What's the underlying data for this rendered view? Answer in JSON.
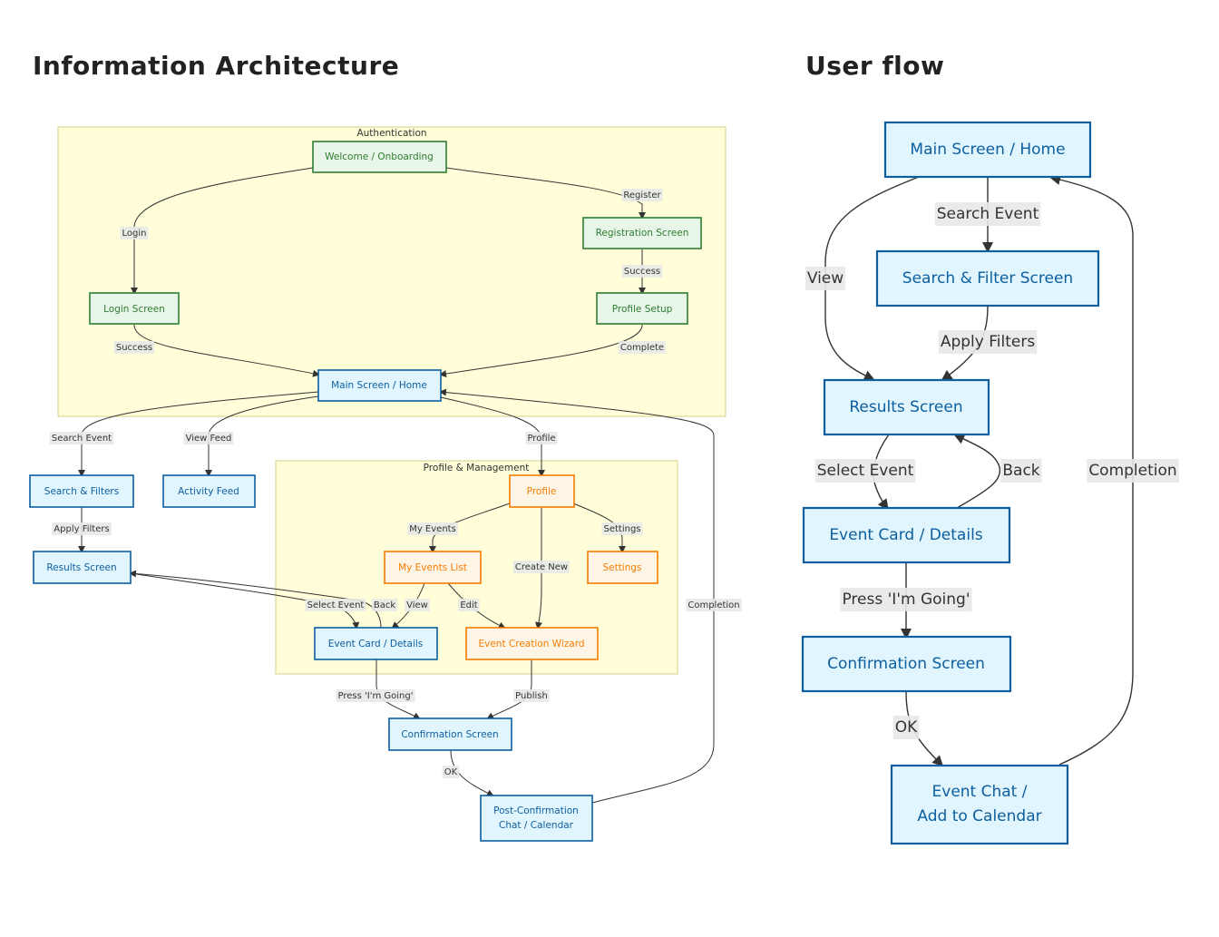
{
  "titles": {
    "information_architecture": "Information Architecture",
    "user_flow": "User flow"
  },
  "colors": {
    "green_fill": "#e8f5e9",
    "green_stroke": "#2e7d32",
    "blue_fill": "#e1f5fe",
    "blue_stroke": "#0d5fa0",
    "orange_fill": "#fff5e6",
    "orange_stroke": "#f57c00",
    "cluster_fill": "#fffed8",
    "cluster_stroke": "#d6d28a"
  },
  "ia": {
    "clusters": {
      "authentication": "Authentication",
      "profile_management": "Profile & Management"
    },
    "nodes": {
      "welcome": "Welcome / Onboarding",
      "registration": "Registration Screen",
      "login": "Login Screen",
      "profile_setup": "Profile Setup",
      "main": "Main Screen / Home",
      "search_filters": "Search & Filters",
      "activity_feed": "Activity Feed",
      "results": "Results Screen",
      "profile": "Profile",
      "my_events_list": "My Events List",
      "settings": "Settings",
      "event_card": "Event Card / Details",
      "event_creation": "Event Creation Wizard",
      "confirmation": "Confirmation Screen",
      "post_confirmation_line1": "Post-Confirmation",
      "post_confirmation_line2": "Chat / Calendar"
    },
    "edges": {
      "login": "Login",
      "register": "Register",
      "success_reg": "Success",
      "success_login": "Success",
      "complete": "Complete",
      "search_event": "Search Event",
      "view_feed": "View Feed",
      "profile": "Profile",
      "apply_filters": "Apply Filters",
      "my_events": "My Events",
      "settings": "Settings",
      "create_new": "Create New",
      "select_event": "Select Event",
      "back": "Back",
      "view": "View",
      "edit": "Edit",
      "press_going": "Press 'I'm Going'",
      "publish": "Publish",
      "ok": "OK",
      "completion": "Completion"
    }
  },
  "uf": {
    "nodes": {
      "main": "Main Screen / Home",
      "search_filter": "Search & Filter Screen",
      "results": "Results Screen",
      "event_card": "Event Card / Details",
      "confirmation": "Confirmation Screen",
      "event_chat_line1": "Event Chat /",
      "event_chat_line2": "Add to Calendar"
    },
    "edges": {
      "search_event": "Search Event",
      "view": "View",
      "apply_filters": "Apply Filters",
      "select_event": "Select Event",
      "back": "Back",
      "press_going": "Press 'I'm Going'",
      "ok": "OK",
      "completion": "Completion"
    }
  }
}
